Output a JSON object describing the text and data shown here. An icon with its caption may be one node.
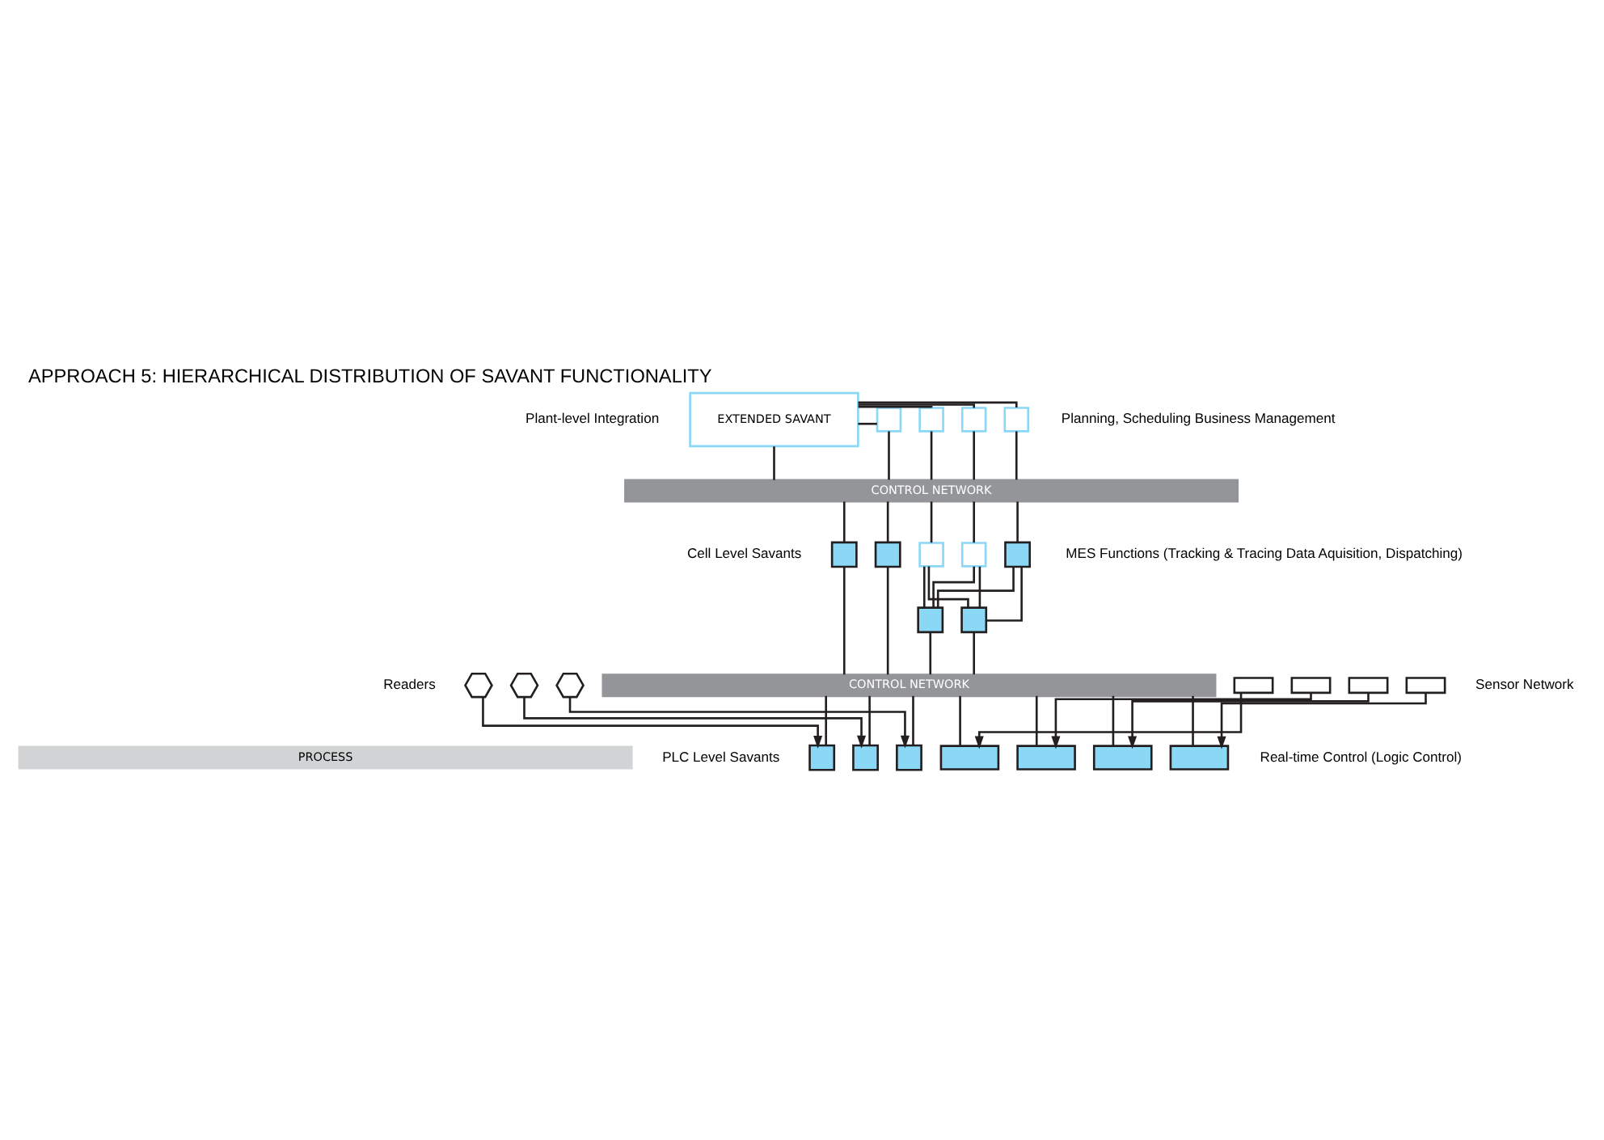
{
  "diagram": {
    "title": "APPROACH 5: HIERARCHICAL DISTRIBUTION OF SAVANT FUNCTIONALITY",
    "nodes": [
      {
        "text": [
          "EXTENDED SAVANT"
        ]
      },
      {
        "text": [],
        "shape": "box"
      },
      {
        "text": [],
        "shape": "box"
      },
      {
        "text": [],
        "shape": "box"
      },
      {
        "text": [],
        "shape": "box"
      },
      {
        "text": [
          "CONTROL NETWORK"
        ]
      },
      {
        "text": [],
        "shape": "box"
      },
      {
        "text": [],
        "shape": "box"
      },
      {
        "text": [],
        "shape": "box"
      },
      {
        "text": [],
        "shape": "box"
      },
      {
        "text": [],
        "shape": "box"
      },
      {
        "text": [],
        "shape": "box"
      },
      {
        "text": [],
        "shape": "box"
      },
      {
        "text": [
          "CONTROL NETWORK"
        ]
      },
      {
        "text": [],
        "shape": "box"
      },
      {
        "text": [],
        "shape": "box"
      },
      {
        "text": [],
        "shape": "box"
      },
      {
        "text": [],
        "shape": "box"
      },
      {
        "text": [],
        "shape": "box"
      },
      {
        "text": [],
        "shape": "box"
      },
      {
        "text": [],
        "shape": "box"
      },
      {
        "text": [],
        "shape": "hexagon"
      },
      {
        "text": [],
        "shape": "hexagon"
      },
      {
        "text": [],
        "shape": "hexagon"
      },
      {
        "text": [],
        "shape": "box"
      },
      {
        "text": [],
        "shape": "box"
      },
      {
        "text": [],
        "shape": "box"
      },
      {
        "text": [],
        "shape": "box"
      },
      {
        "text": [
          "PROCESS"
        ]
      }
    ],
    "edges": [
      {
        "from": 0,
        "to": 1,
        "arrow": "none"
      },
      {
        "from": 0,
        "to": 2,
        "arrow": "none"
      },
      {
        "from": 0,
        "to": 3,
        "arrow": "none"
      },
      {
        "from": 0,
        "to": 4,
        "arrow": "none"
      },
      {
        "from": 0,
        "to": 5,
        "arrow": "none"
      },
      {
        "from": 1,
        "to": 5,
        "arrow": "none"
      },
      {
        "from": 2,
        "to": 5,
        "arrow": "none"
      },
      {
        "from": 3,
        "to": 5,
        "arrow": "none"
      },
      {
        "from": 4,
        "to": 5,
        "arrow": "none"
      },
      {
        "from": 5,
        "to": 6,
        "arrow": "none"
      },
      {
        "from": 5,
        "to": 7,
        "arrow": "none"
      },
      {
        "from": 6,
        "to": 13,
        "arrow": "none"
      },
      {
        "from": 7,
        "to": 13,
        "arrow": "none"
      },
      {
        "from": 5,
        "to": 8,
        "arrow": "none"
      },
      {
        "from": 5,
        "to": 9,
        "arrow": "none"
      },
      {
        "from": 5,
        "to": 10,
        "arrow": "none"
      },
      {
        "from": 8,
        "to": 11,
        "arrow": "none"
      },
      {
        "from": 9,
        "to": 11,
        "arrow": "none"
      },
      {
        "from": 10,
        "to": 11,
        "arrow": "none"
      },
      {
        "from": 8,
        "to": 12,
        "arrow": "none"
      },
      {
        "from": 9,
        "to": 12,
        "arrow": "none"
      },
      {
        "from": 10,
        "to": 12,
        "arrow": "none"
      },
      {
        "from": 11,
        "to": 13,
        "arrow": "none"
      },
      {
        "from": 12,
        "to": 13,
        "arrow": "none"
      },
      {
        "from": 13,
        "to": 14,
        "arrow": "none"
      },
      {
        "from": 13,
        "to": 15,
        "arrow": "none"
      },
      {
        "from": 13,
        "to": 16,
        "arrow": "none"
      },
      {
        "from": 13,
        "to": 17,
        "arrow": "none"
      },
      {
        "from": 13,
        "to": 18,
        "arrow": "none"
      },
      {
        "from": 13,
        "to": 19,
        "arrow": "none"
      },
      {
        "from": 13,
        "to": 20,
        "arrow": "none"
      },
      {
        "from": 21,
        "to": 14,
        "arrow": "to"
      },
      {
        "from": 22,
        "to": 15,
        "arrow": "to"
      },
      {
        "from": 23,
        "to": 16,
        "arrow": "to"
      },
      {
        "from": 24,
        "to": 17,
        "arrow": "to"
      },
      {
        "from": 25,
        "to": 18,
        "arrow": "to"
      },
      {
        "from": 26,
        "to": 19,
        "arrow": "to"
      },
      {
        "from": 27,
        "to": 20,
        "arrow": "to"
      }
    ],
    "labels": [
      "Plant-level Integration",
      "Planning, Scheduling Business Management",
      "Cell Level Savants",
      "MES Functions (Tracking & Tracing Data Aquisition, Dispatching)",
      "PLC Level Savants",
      "Real-time Control (Logic Control)",
      "Readers",
      "Sensor Network"
    ]
  }
}
